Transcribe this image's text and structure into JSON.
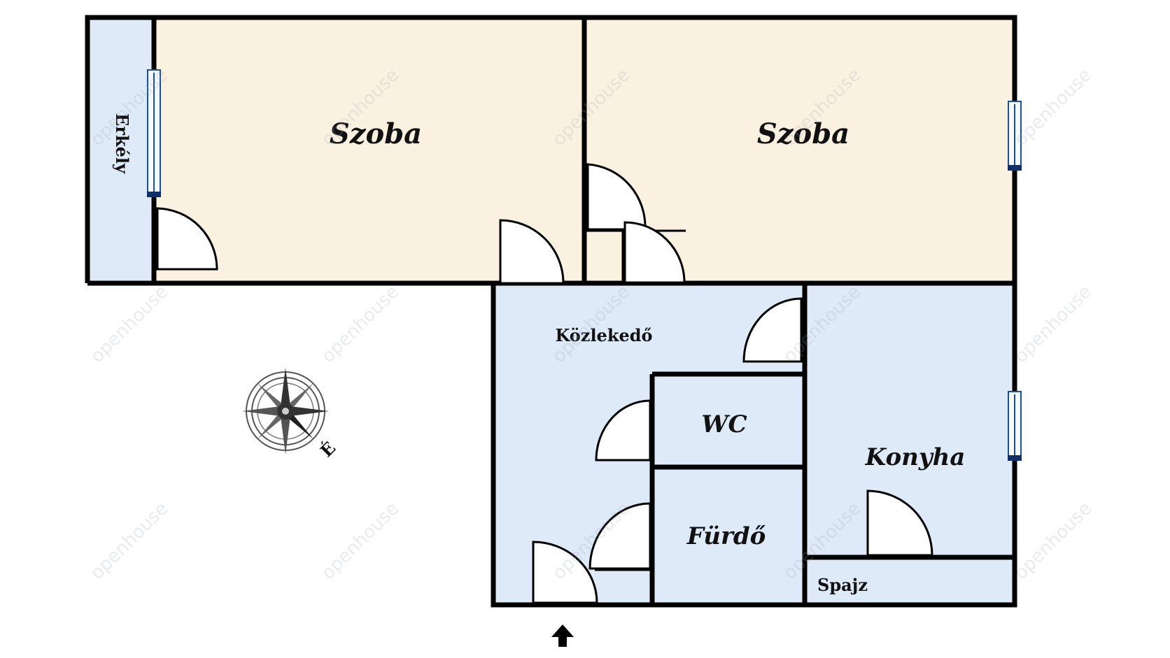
{
  "rooms": {
    "szoba_left": "Szoba",
    "szoba_right": "Szoba",
    "erkely": "Erkély",
    "kozlekedo": "Közlekedő",
    "wc": "WC",
    "konyha": "Konyha",
    "furdo": "Fürdő",
    "spajz": "Spajz"
  },
  "compass": {
    "direction_label": "É"
  },
  "entrance": {
    "icon": "up-arrow-icon"
  },
  "watermark": {
    "text": "openhouse"
  },
  "colors": {
    "room_beige": "#fbf1e1",
    "room_blue": "#dfeaf8",
    "wall": "#000000",
    "window": "#1a4f9a"
  }
}
